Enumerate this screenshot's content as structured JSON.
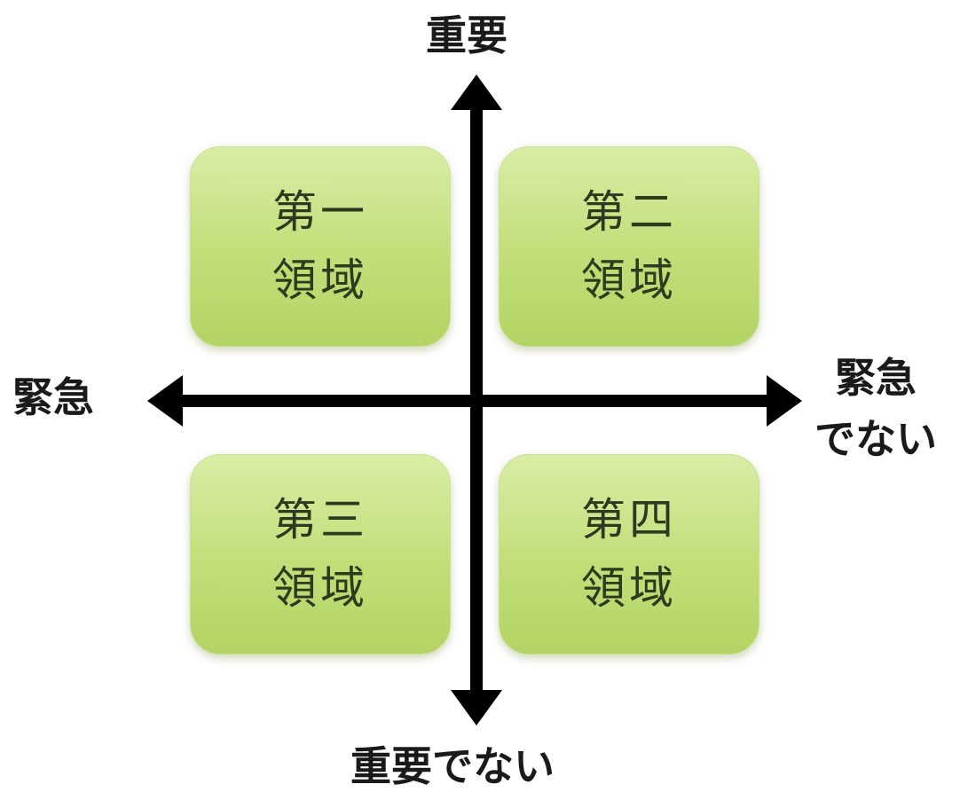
{
  "axes": {
    "top_label": "重要",
    "bottom_label": "重要でない",
    "left_label": "緊急",
    "right_label_line1": "緊急",
    "right_label_line2": "でない"
  },
  "quadrants": [
    {
      "line1": "第一",
      "line2": "領域"
    },
    {
      "line1": "第二",
      "line2": "領域"
    },
    {
      "line1": "第三",
      "line2": "領域"
    },
    {
      "line1": "第四",
      "line2": "領域"
    }
  ],
  "colors": {
    "quadrant_fill": "#c1de78",
    "axis": "#000000"
  }
}
